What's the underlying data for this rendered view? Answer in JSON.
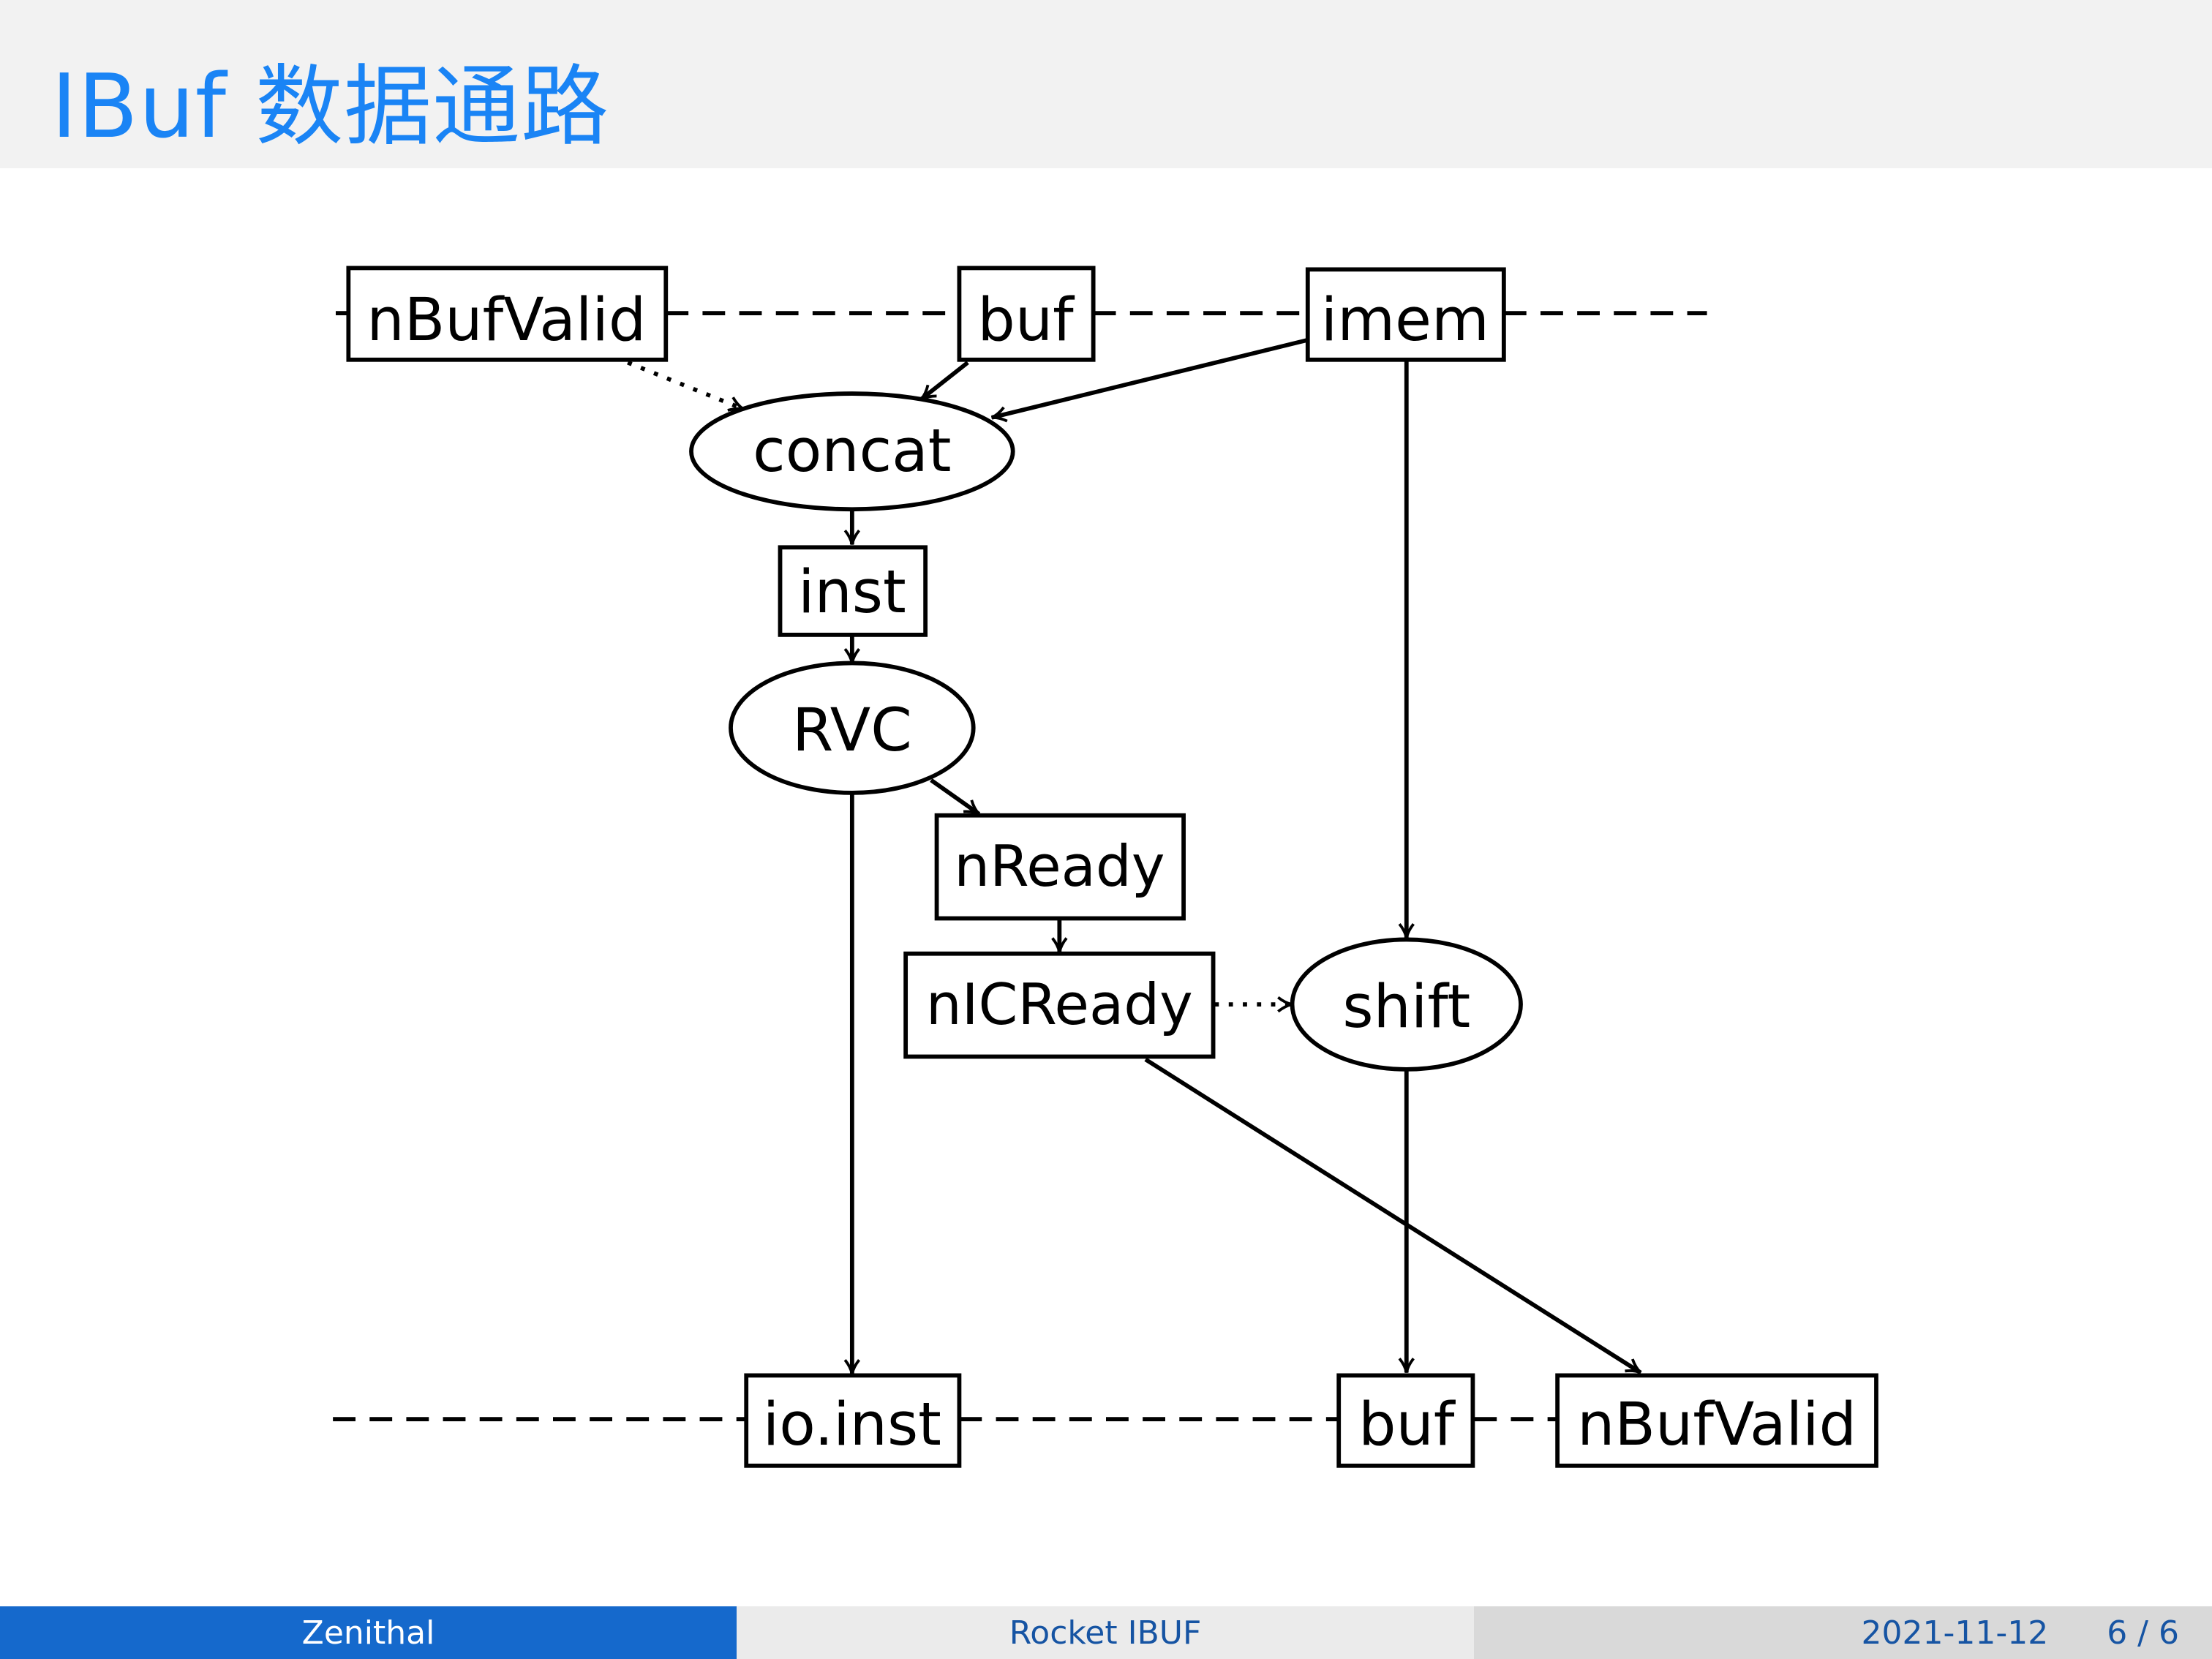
{
  "header": {
    "title": "IBuf 数据通路"
  },
  "diagram": {
    "nodes": {
      "top_nbufvalid": "nBufValid",
      "top_buf": "buf",
      "top_imem": "imem",
      "concat": "concat",
      "inst": "inst",
      "rvc": "RVC",
      "nready": "nReady",
      "nicready": "nICReady",
      "shift": "shift",
      "bottom_ioinst": "io.inst",
      "bottom_buf": "buf",
      "bottom_nbufvalid": "nBufValid"
    },
    "edges": [
      {
        "from": "top_nbufvalid",
        "to": "concat",
        "style": "dotted"
      },
      {
        "from": "top_buf",
        "to": "concat",
        "style": "solid"
      },
      {
        "from": "top_imem",
        "to": "concat",
        "style": "solid"
      },
      {
        "from": "top_imem",
        "to": "shift",
        "style": "solid"
      },
      {
        "from": "concat",
        "to": "inst",
        "style": "solid"
      },
      {
        "from": "inst",
        "to": "rvc",
        "style": "solid"
      },
      {
        "from": "rvc",
        "to": "nready",
        "style": "solid"
      },
      {
        "from": "rvc",
        "to": "bottom_ioinst",
        "style": "solid"
      },
      {
        "from": "nready",
        "to": "nicready",
        "style": "solid"
      },
      {
        "from": "nicready",
        "to": "shift",
        "style": "dotted"
      },
      {
        "from": "nicready",
        "to": "bottom_nbufvalid",
        "style": "solid"
      },
      {
        "from": "shift",
        "to": "bottom_buf",
        "style": "solid"
      }
    ]
  },
  "footer": {
    "author": "Zenithal",
    "title": "Rocket IBUF",
    "date": "2021-11-12",
    "page": "6 / 6"
  }
}
